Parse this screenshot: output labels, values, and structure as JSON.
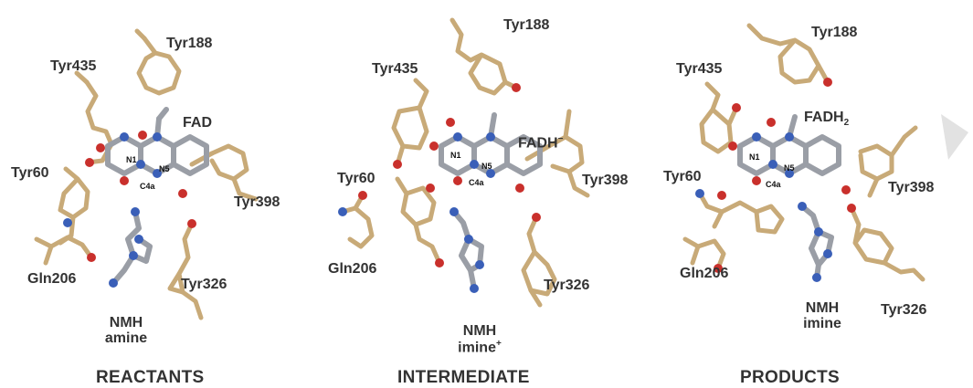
{
  "panels": [
    {
      "caption": "REACTANTS",
      "labels": {
        "tyr188": "Tyr188",
        "tyr435": "Tyr435",
        "cofactor": "FAD",
        "tyr60": "Tyr60",
        "tyr398": "Tyr398",
        "gln206": "Gln206",
        "tyr326": "Tyr326",
        "nmh": "NMH",
        "nmh_state": "amine",
        "n1": "N1",
        "n5": "N5",
        "c4a": "C4a"
      }
    },
    {
      "caption": "INTERMEDIATE",
      "labels": {
        "tyr188": "Tyr188",
        "tyr435": "Tyr435",
        "cofactor": "FADH",
        "cofactor_sup": "−",
        "tyr60": "Tyr60",
        "tyr398": "Tyr398",
        "gln206": "Gln206",
        "tyr326": "Tyr326",
        "nmh": "NMH",
        "nmh_state": "imine",
        "nmh_state_sup": "+",
        "n1": "N1",
        "n5": "N5",
        "c4a": "C4a"
      }
    },
    {
      "caption": "PRODUCTS",
      "labels": {
        "tyr188": "Tyr188",
        "tyr435": "Tyr435",
        "cofactor": "FADH",
        "cofactor_sub": "2",
        "tyr60": "Tyr60",
        "tyr398": "Tyr398",
        "gln206": "Gln206",
        "tyr326": "Tyr326",
        "nmh": "NMH",
        "nmh_state": "imine",
        "n1": "N1",
        "n5": "N5",
        "c4a": "C4a"
      }
    }
  ],
  "colors": {
    "carbon_tan": "#c8aa78",
    "carbon_grey": "#9a9ea6",
    "nitrogen": "#3a5fb8",
    "oxygen": "#c9302c",
    "hydrogen": "#e8e8e8",
    "text": "#333333"
  }
}
